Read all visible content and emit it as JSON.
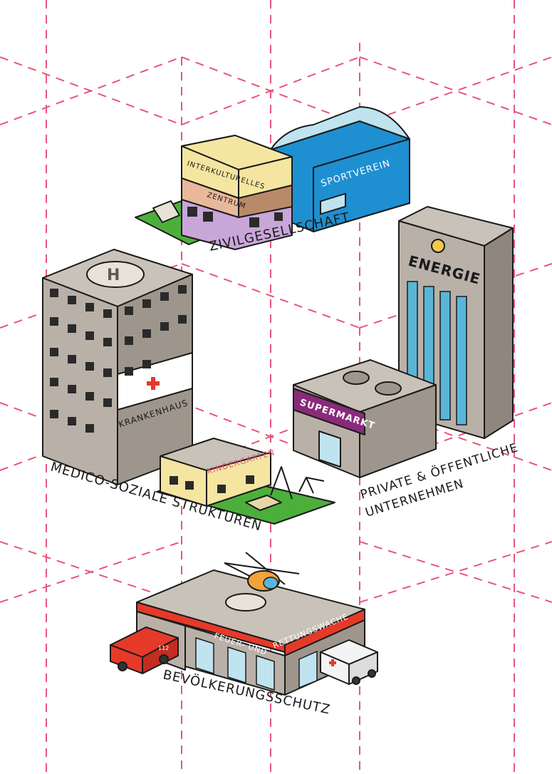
{
  "sections": {
    "zivil": "ZIVILGESELLSCHAFT",
    "medico": "MEDICO-SOZIALE STRUKTUREN",
    "private_1": "PRIVATE & ÖFFENTLICHE",
    "private_2": "UNTERNEHMEN",
    "bevoelkerung": "BEVÖLKERUNGSSCHUTZ"
  },
  "signs": {
    "interkulturelles": "INTERKULTURELLES",
    "zentrum": "ZENTRUM",
    "sportverein": "SPORTVEREIN",
    "energie": "ENERGIE",
    "krankenhaus": "KRANKENHAUS",
    "kindergarten": "KINDERGARTEN",
    "supermarkt": "SUPERMARKT",
    "feuer_und": "FEUER- UND",
    "rettungswache": "RETTUNGSWACHE",
    "truck_number": "112",
    "helipad_letter": "H"
  },
  "colors": {
    "grid": "#e8557a",
    "building_grey": "#b9b1a8",
    "yellow": "#f4e6a0",
    "lilac": "#c9a6d8",
    "sport_blue": "#1e8fd0",
    "supermarket_purple": "#8a2a7a",
    "fire_red": "#e53a2a",
    "lawn": "#4caf3c"
  }
}
